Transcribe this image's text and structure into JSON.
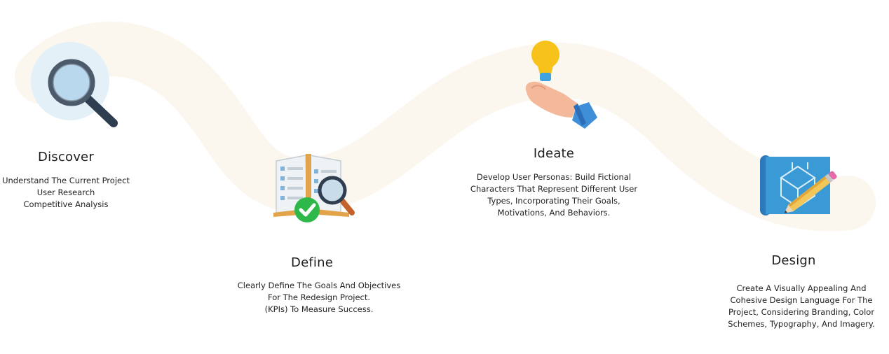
{
  "stages": [
    {
      "title": "Discover",
      "icon": "magnifier-icon",
      "lines": [
        "Understand The Current Project",
        "User Research",
        "Competitive Analysis"
      ]
    },
    {
      "title": "Define",
      "icon": "checklist-book-icon",
      "lines": [
        "Clearly Define The Goals And Objectives",
        "For The Redesign Project.",
        "(KPIs) To Measure Success."
      ]
    },
    {
      "title": "Ideate",
      "icon": "lightbulb-hand-icon",
      "lines": [
        "Develop User Personas: Build Fictional",
        "Characters That Represent Different User",
        "Types, Incorporating Their Goals,",
        "Motivations, And Behaviors."
      ]
    },
    {
      "title": "Design",
      "icon": "blueprint-pencil-icon",
      "lines": [
        "Create A Visually Appealing And",
        "Cohesive Design Language For The",
        "Project, Considering Branding, Color",
        "Schemes, Typography, And Imagery."
      ]
    }
  ],
  "colors": {
    "path": "#fbf6ee",
    "magnifier_bg": "#e3f0f8",
    "check": "#2fb84a",
    "bulb": "#f7c21a",
    "blueprint": "#3a9ad6"
  }
}
